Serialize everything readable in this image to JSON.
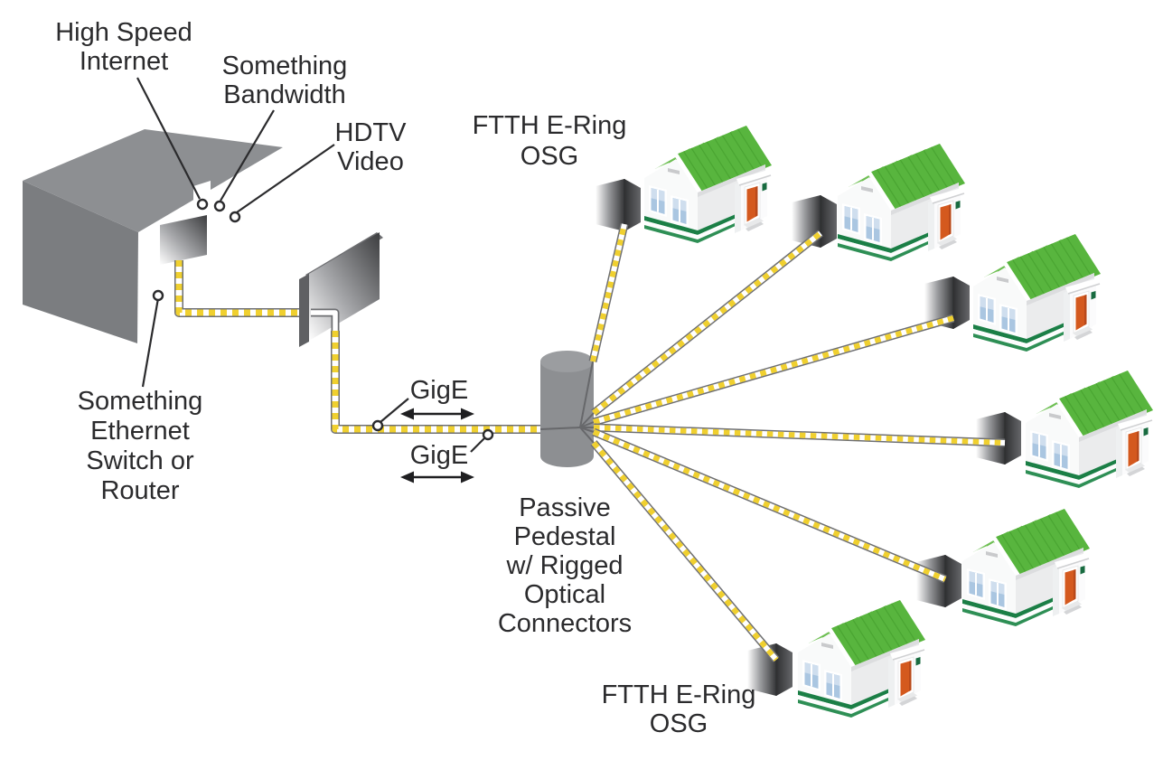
{
  "diagram": {
    "background_color": "#ffffff",
    "headend": {
      "label_internet": {
        "line1": "High Speed",
        "line2": "Internet"
      },
      "label_bandwidth": {
        "line1": "Something",
        "line2": "Bandwidth"
      },
      "label_video": {
        "line1": "HDTV",
        "line2": "Video"
      },
      "label_switch": {
        "line1": "Something",
        "line2": "Ethernet",
        "line3": "Switch or",
        "line4": "Router"
      },
      "port_circle_count": 3
    },
    "feeder": {
      "gige_upper": "GigE",
      "gige_lower": "GigE"
    },
    "pedestal": {
      "label": {
        "line1": "Passive",
        "line2": "Pedestal",
        "line3": "w/ Rigged",
        "line4": "Optical",
        "line5": "Connectors"
      }
    },
    "ring": {
      "label_top": {
        "line1": "FTTH E-Ring",
        "line2": "OSG"
      },
      "label_bottom": {
        "line1": "FTTH E-Ring",
        "line2": "OSG"
      }
    },
    "homes": {
      "house_count": 6,
      "terminal_count": 6,
      "fiber_drop_count": 6
    },
    "colors": {
      "cable_yellow": "#f0d02f",
      "cable_border": "#6e6f72",
      "label_text": "#2b2b2d",
      "roof_green": "#58b53e",
      "roof_green_light": "#72c257",
      "trim_green": "#1b7f46",
      "door_orange": "#d4591e",
      "building_gray_top": "#8d8f92",
      "building_gray_side": "#7b7d80",
      "pedestal_gray": "#8d8f92"
    }
  }
}
